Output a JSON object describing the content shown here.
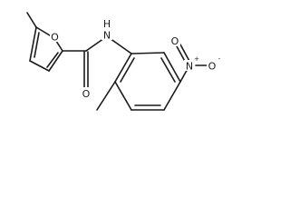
{
  "labels": {
    "furan_oxygen": "O",
    "amide_nitrogen": "N",
    "amide_hydrogen": "H",
    "amide_oxygen": "O",
    "nitro_nitrogen": "N",
    "nitro_charge_plus": "+",
    "nitro_oxygen_top": "O",
    "nitro_oxygen_right": "O",
    "nitro_charge_minus": "-"
  },
  "colors": {
    "bond": "#1a1a1a",
    "background": "#ffffff"
  }
}
